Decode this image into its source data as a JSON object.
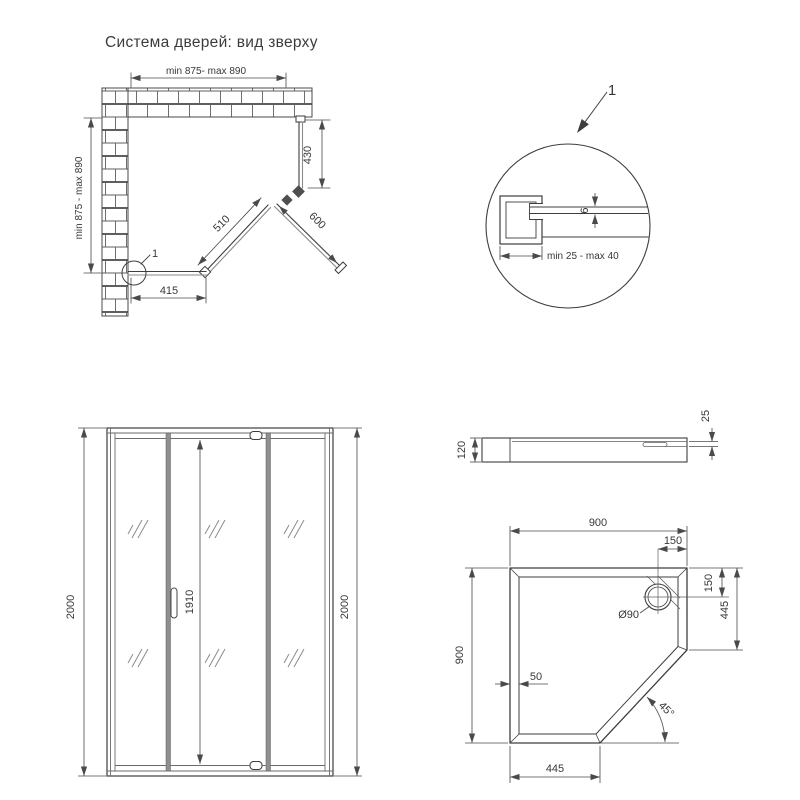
{
  "title": "Система дверей: вид зверху",
  "colors": {
    "line": "#3e3e3e",
    "dimension": "#4a4a4a",
    "mullion": "#8f8f8f",
    "background": "#ffffff"
  },
  "top_view": {
    "dim_width": "min 875- max 890",
    "dim_depth": "min 875 - max 890",
    "dim_wall_panel": "430",
    "dim_fixed_panel": "510",
    "dim_door": "600",
    "dim_side_panel": "415",
    "detail_marker": "1"
  },
  "detail_view": {
    "callout": "1",
    "glass_thickness": "6",
    "profile_adjustment": "min 25 - max 40"
  },
  "front_view": {
    "height_left": "2000",
    "door_glass_height": "1910",
    "height_right": "2000"
  },
  "tray_side_view": {
    "height": "120",
    "rim_depth": "25"
  },
  "tray_top_view": {
    "width": "900",
    "depth": "900",
    "drain_offset_x": "150",
    "drain_offset_y": "150",
    "side_right": "445",
    "side_bottom": "445",
    "drain_diameter": "Ø90",
    "rim_width": "50",
    "corner_angle": "45°"
  }
}
